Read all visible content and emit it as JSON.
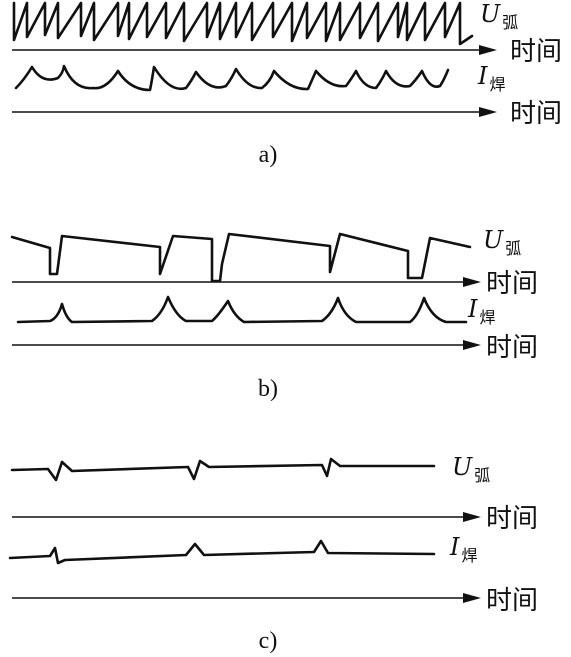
{
  "panels": [
    {
      "id": "a",
      "label": "a)",
      "voltage_label": {
        "symbol": "U",
        "subscript": "弧"
      },
      "current_label": {
        "symbol": "I",
        "subscript": "焊"
      },
      "axis_label": "时间"
    },
    {
      "id": "b",
      "label": "b)",
      "voltage_label": {
        "symbol": "U",
        "subscript": "弧"
      },
      "current_label": {
        "symbol": "I",
        "subscript": "焊"
      },
      "axis_label": "时间"
    },
    {
      "id": "c",
      "label": "c)",
      "voltage_label": {
        "symbol": "U",
        "subscript": "弧"
      },
      "current_label": {
        "symbol": "I",
        "subscript": "焊"
      },
      "axis_label": "时间"
    }
  ]
}
